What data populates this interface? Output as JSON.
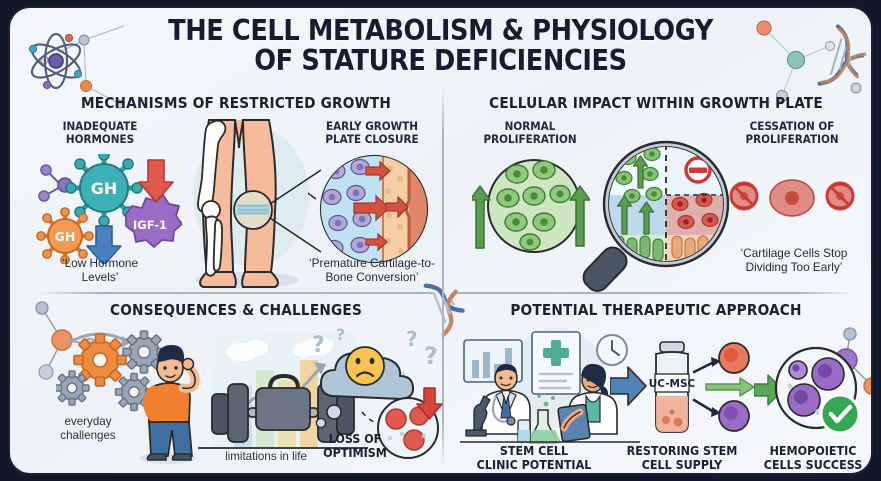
{
  "poster": {
    "title_line1": "THE CELL METABOLISM & PHYSIOLOGY",
    "title_line2": "OF STATURE DEFICIENCIES",
    "title_color": "#161d30",
    "panel_bg": "#f2f5f9",
    "frame_color": "#1b2236"
  },
  "decorations": {
    "atom_icon": "atom-icon",
    "dna_icon": "dna-helix-icon",
    "molecule_icon": "molecule-icon"
  },
  "sections": {
    "top_left": {
      "heading": "MECHANISMS OF RESTRICTED GROWTH",
      "left_label": "INADEQUATE\nHORMONES",
      "left_label_l1": "INADEQUATE",
      "left_label_l2": "HORMONES",
      "right_label_l1": "EARLY GROWTH",
      "right_label_l2": "PLATE CLOSURE",
      "left_caption_l1": "‘Low Hormone",
      "left_caption_l2": "Levels’",
      "right_caption_l1": "‘Premature Cartilage-to-",
      "right_caption_l2": "Bone Conversion’",
      "molecules": [
        {
          "label": "GH",
          "color": "#31a8ad",
          "kind": "growth-hormone-teal"
        },
        {
          "label": "GH",
          "color": "#f08a3c",
          "kind": "growth-hormone-orange"
        },
        {
          "label": "IGF-1",
          "color": "#9b6fc4",
          "kind": "igf1-molecule"
        }
      ],
      "arrow_down_red": "#e05449",
      "arrow_down_blue": "#4a7fc1",
      "illustration": "legs-with-bone-xray"
    },
    "top_right": {
      "heading": "CELLULAR IMPACT WITHIN GROWTH PLATE",
      "left_label_l1": "NORMAL",
      "left_label_l2": "PROLIFERATION",
      "right_label_l1": "CESSATION OF",
      "right_label_l2": "PROLIFERATION",
      "caption_l1": "‘Cartilage Cells Stop",
      "caption_l2": "Dividing Too Early’",
      "normal_color": "#63ad5d",
      "stopped_color": "#d9534f",
      "illustration": "magnifier-growth-plate-split",
      "icons": [
        "up-arrow-green-icon",
        "no-entry-icon",
        "prohibited-icon"
      ]
    },
    "bottom_left": {
      "heading": "CONSEQUENCES & CHALLENGES",
      "caption_gears_l1": "everyday",
      "caption_gears_l2": "challenges",
      "caption_weights": "limitations in life",
      "caption_cloud_l1": "LOSS OF",
      "caption_cloud_l2": "OPTIMISM",
      "icons": [
        "gear-icon",
        "person-confused-icon",
        "dumbbell-icon",
        "cloud-sad-face-icon",
        "question-mark-icon",
        "red-cells-down-arrow-icon"
      ],
      "gear_accent": "#ef8b3e",
      "cloud_color": "#adc3d9"
    },
    "bottom_right": {
      "heading": "POTENTIAL THERAPEUTIC APPROACH",
      "step1_l1": "STEM CELL",
      "step1_l2": "CLINIC POTENTIAL",
      "step2_l1": "RESTORING STEM",
      "step2_l2": "CELL SUPPLY",
      "step3_l1": "HEMOPOIETIC",
      "step3_l2": "CELLS SUCCESS",
      "vial_label": "UC-MSC",
      "icons": [
        "doctor-male-icon",
        "doctor-female-icon",
        "microscope-icon",
        "flask-icon",
        "clipboard-icon",
        "clock-icon",
        "medical-cross-document-icon",
        "vial-icon",
        "arrow-right-icon",
        "check-circle-icon"
      ],
      "arrow_blue": "#3f6fa8",
      "arrow_green": "#5aa85a",
      "check_color": "#2fa84f",
      "cell_purple": "#8d5fbf",
      "cell_orange": "#e4744a"
    }
  }
}
